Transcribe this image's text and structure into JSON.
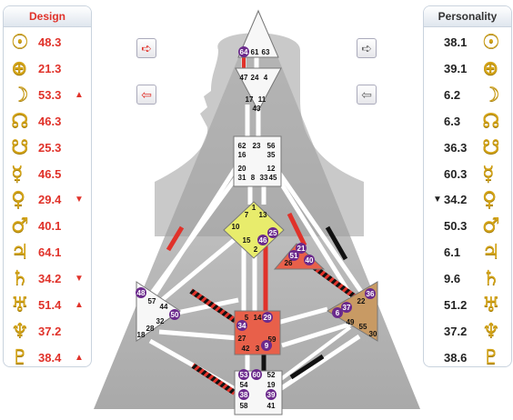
{
  "design": {
    "title": "Design",
    "rows": [
      {
        "planet": "sun-icon",
        "glyph": "☉",
        "value": "48.3",
        "arrow": ""
      },
      {
        "planet": "earth-icon",
        "glyph": "⊕",
        "value": "21.3",
        "arrow": ""
      },
      {
        "planet": "moon-icon",
        "glyph": "☽",
        "value": "53.3",
        "arrow": "▲"
      },
      {
        "planet": "north-node-icon",
        "glyph": "☊",
        "value": "46.3",
        "arrow": ""
      },
      {
        "planet": "south-node-icon",
        "glyph": "☋",
        "value": "25.3",
        "arrow": ""
      },
      {
        "planet": "mercury-icon",
        "glyph": "☿",
        "value": "46.5",
        "arrow": ""
      },
      {
        "planet": "venus-icon",
        "glyph": "♀",
        "value": "29.4",
        "arrow": "▼"
      },
      {
        "planet": "mars-icon",
        "glyph": "♂",
        "value": "40.1",
        "arrow": ""
      },
      {
        "planet": "jupiter-icon",
        "glyph": "♃",
        "value": "64.1",
        "arrow": ""
      },
      {
        "planet": "saturn-icon",
        "glyph": "♄",
        "value": "34.2",
        "arrow": "▼"
      },
      {
        "planet": "uranus-icon",
        "glyph": "♅",
        "value": "51.4",
        "arrow": "▲"
      },
      {
        "planet": "neptune-icon",
        "glyph": "♆",
        "value": "37.2",
        "arrow": ""
      },
      {
        "planet": "pluto-icon",
        "glyph": "♇",
        "value": "38.4",
        "arrow": "▲"
      }
    ]
  },
  "personality": {
    "title": "Personality",
    "rows": [
      {
        "planet": "sun-icon",
        "glyph": "☉",
        "value": "38.1",
        "arrow": ""
      },
      {
        "planet": "earth-icon",
        "glyph": "⊕",
        "value": "39.1",
        "arrow": ""
      },
      {
        "planet": "moon-icon",
        "glyph": "☽",
        "value": "6.2",
        "arrow": ""
      },
      {
        "planet": "north-node-icon",
        "glyph": "☊",
        "value": "6.3",
        "arrow": ""
      },
      {
        "planet": "south-node-icon",
        "glyph": "☋",
        "value": "36.3",
        "arrow": ""
      },
      {
        "planet": "mercury-icon",
        "glyph": "☿",
        "value": "60.3",
        "arrow": ""
      },
      {
        "planet": "venus-icon",
        "glyph": "♀",
        "value": "34.2",
        "arrow": "▼"
      },
      {
        "planet": "mars-icon",
        "glyph": "♂",
        "value": "50.3",
        "arrow": ""
      },
      {
        "planet": "jupiter-icon",
        "glyph": "♃",
        "value": "6.1",
        "arrow": ""
      },
      {
        "planet": "saturn-icon",
        "glyph": "♄",
        "value": "9.6",
        "arrow": ""
      },
      {
        "planet": "uranus-icon",
        "glyph": "♅",
        "value": "51.2",
        "arrow": ""
      },
      {
        "planet": "neptune-icon",
        "glyph": "♆",
        "value": "37.2",
        "arrow": ""
      },
      {
        "planet": "pluto-icon",
        "glyph": "♇",
        "value": "38.6",
        "arrow": ""
      }
    ]
  },
  "nav": {
    "design_next": "➪",
    "design_prev": "⇦",
    "personality_next": "➪",
    "personality_prev": "⇦"
  },
  "colors": {
    "design": "#e0322a",
    "personality": "#111111",
    "head_center": "#f7f7f7",
    "sacral_center": "#e8604a",
    "g_center": "#e8ec6c",
    "ego_center": "#e8604a",
    "solar_plexus_center": "#c89a64",
    "gate_badge": "#6b2a8c"
  },
  "gates": {
    "head": [
      "64",
      "61",
      "63"
    ],
    "ajna": [
      "47",
      "24",
      "4",
      "17",
      "11",
      "43"
    ],
    "throat": [
      "62",
      "23",
      "56",
      "16",
      "35",
      "20",
      "12",
      "31",
      "8",
      "33",
      "45"
    ],
    "g": [
      "1",
      "7",
      "13",
      "10",
      "15",
      "46",
      "2",
      "25"
    ],
    "ego": [
      "21",
      "51",
      "26",
      "40"
    ],
    "spleen": [
      "48",
      "57",
      "44",
      "50",
      "32",
      "28",
      "18"
    ],
    "sacral": [
      "5",
      "14",
      "29",
      "34",
      "27",
      "59",
      "42",
      "3",
      "9"
    ],
    "solar_plexus": [
      "36",
      "22",
      "37",
      "6",
      "49",
      "55",
      "30"
    ],
    "root": [
      "53",
      "60",
      "52",
      "54",
      "19",
      "38",
      "39",
      "58",
      "41"
    ]
  }
}
